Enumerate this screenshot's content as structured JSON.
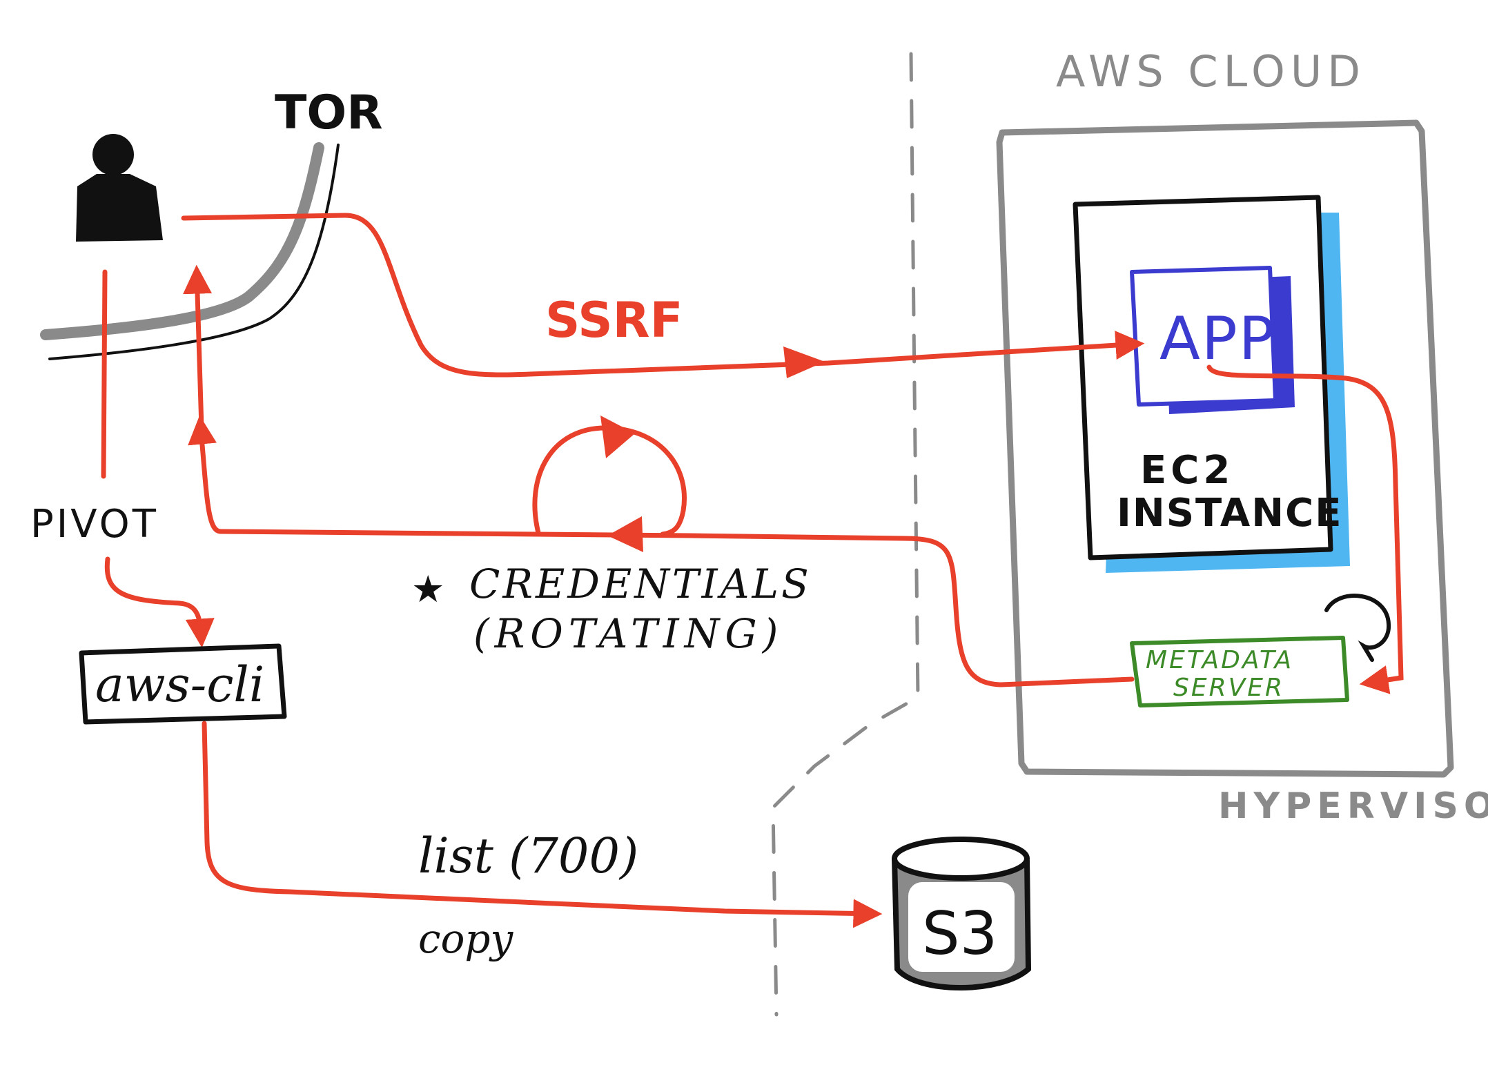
{
  "labels": {
    "tor": "TOR",
    "aws_cloud": "AWS CLOUD",
    "ssrf": "SSRF",
    "app": "APP",
    "ec2_line1": "EC2",
    "ec2_line2": "INSTANCE",
    "metadata_line1": "METADATA",
    "metadata_line2": "SERVER",
    "hypervisor": "HYPERVISOR",
    "pivot": "PIVOT",
    "aws_cli": "aws-cli",
    "credentials_star": "★",
    "credentials_line1": "CREDENTIALS",
    "credentials_line2": "(ROTATING)",
    "list": "list (700)",
    "copy": "copy",
    "s3": "S3"
  },
  "colors": {
    "flow_red": "#e8402a",
    "app_blue": "#3b3bd0",
    "ec2_shadow": "#4fb6f2",
    "metadata_green": "#3c8a28",
    "cloud_gray": "#8a8a8a",
    "ink": "#111111"
  },
  "icons": {
    "attacker": "person-silhouette-icon",
    "storage": "s3-bucket-icon",
    "arrowhead": "arrowhead-icon"
  }
}
